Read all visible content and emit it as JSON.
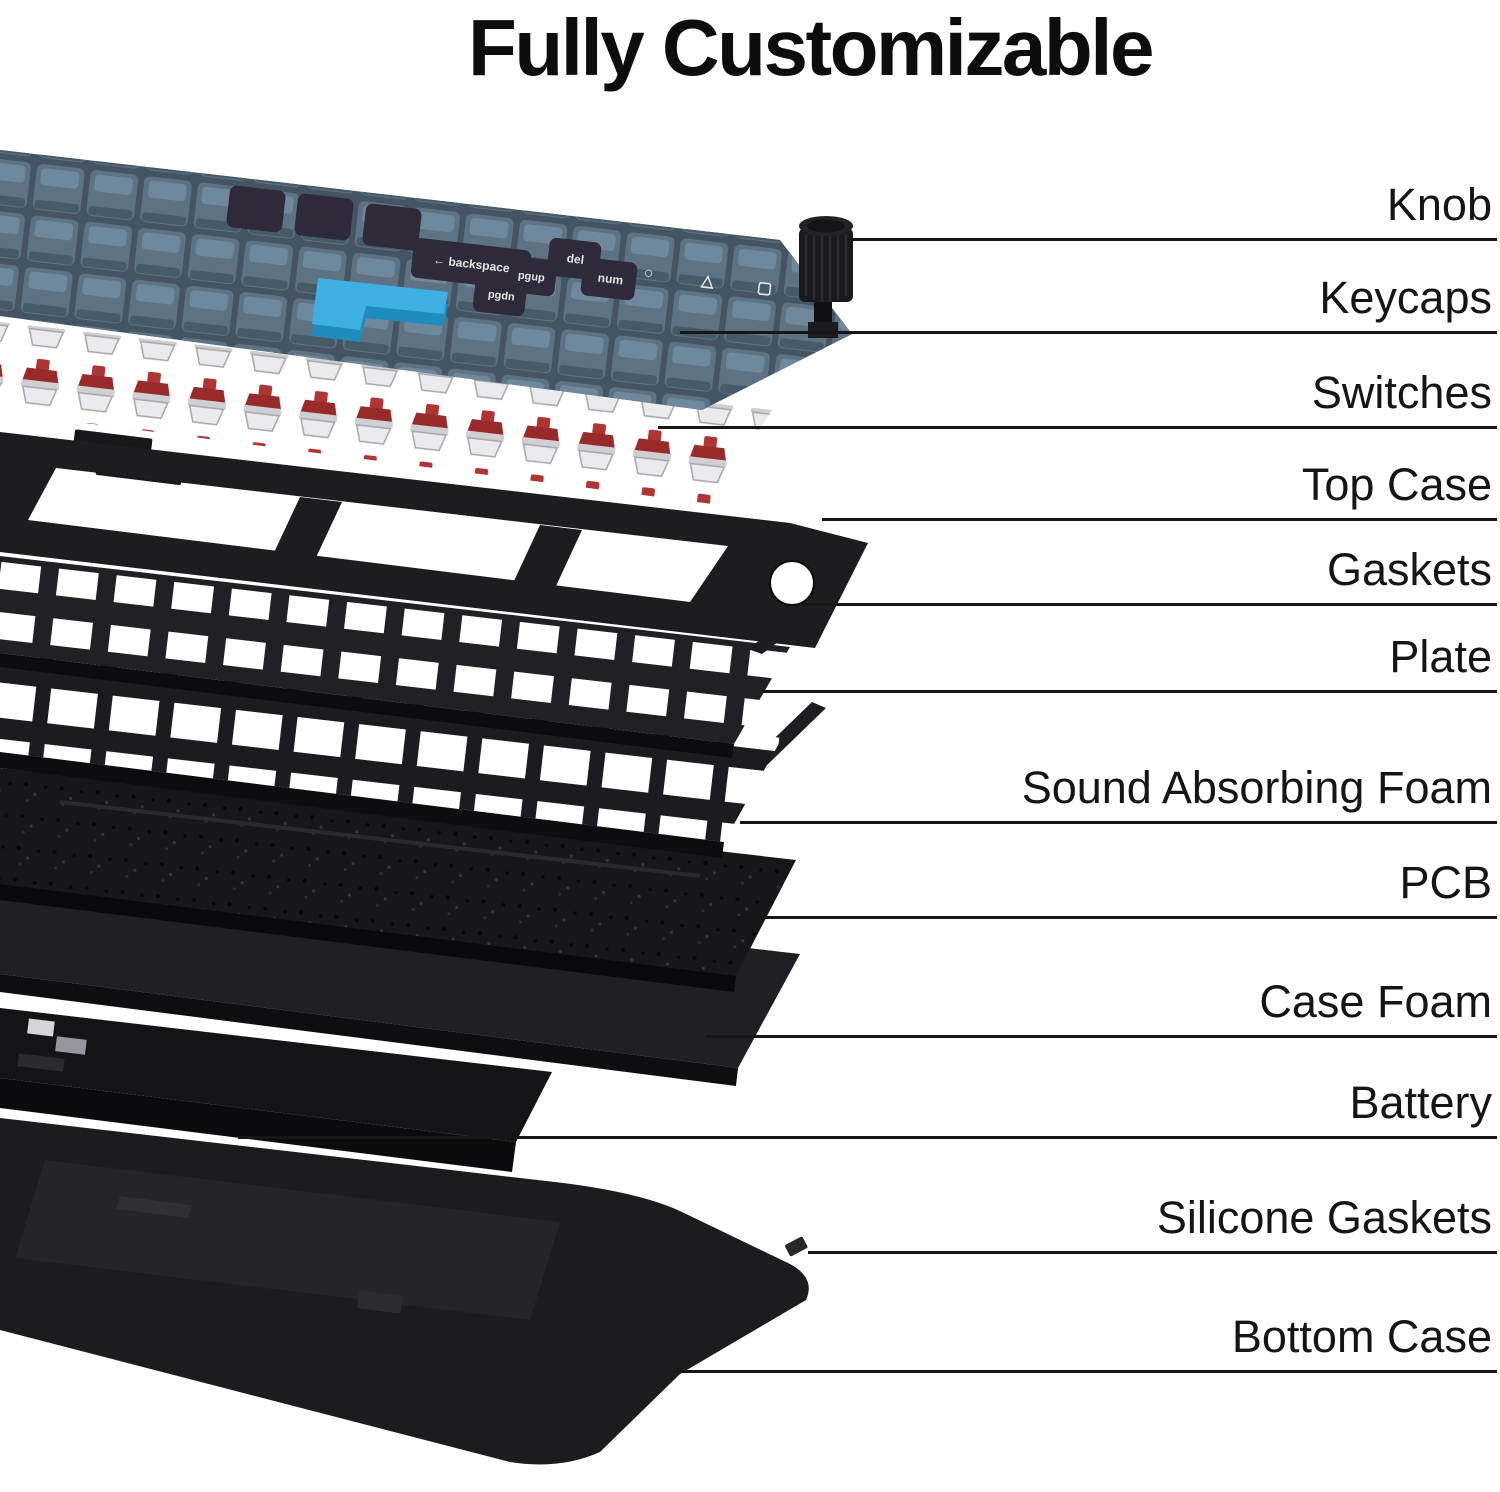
{
  "title": "Fully Customizable",
  "parts": [
    {
      "label": "Knob"
    },
    {
      "label": "Keycaps"
    },
    {
      "label": "Switches"
    },
    {
      "label": "Top Case"
    },
    {
      "label": "Gaskets"
    },
    {
      "label": "Plate"
    },
    {
      "label": "Sound Absorbing Foam"
    },
    {
      "label": "PCB"
    },
    {
      "label": "Case Foam"
    },
    {
      "label": "Battery"
    },
    {
      "label": "Silicone Gaskets"
    },
    {
      "label": "Bottom Case"
    }
  ],
  "illustration": {
    "key_legends": {
      "backspace": "← backspace",
      "del": "del",
      "pgup": "pgup",
      "pgdn": "pgdn",
      "num": "num"
    },
    "macro_key_icons": [
      "○",
      "△",
      "▢"
    ],
    "colors": {
      "keycap_blue_gray": "#5d7384",
      "keycap_dark": "#2e2a3a",
      "accent_cyan": "#3fb0e2",
      "switch_red": "#a93131",
      "case_black": "#1c1c1f",
      "background": "#ffffff",
      "label_text": "#151515"
    }
  }
}
